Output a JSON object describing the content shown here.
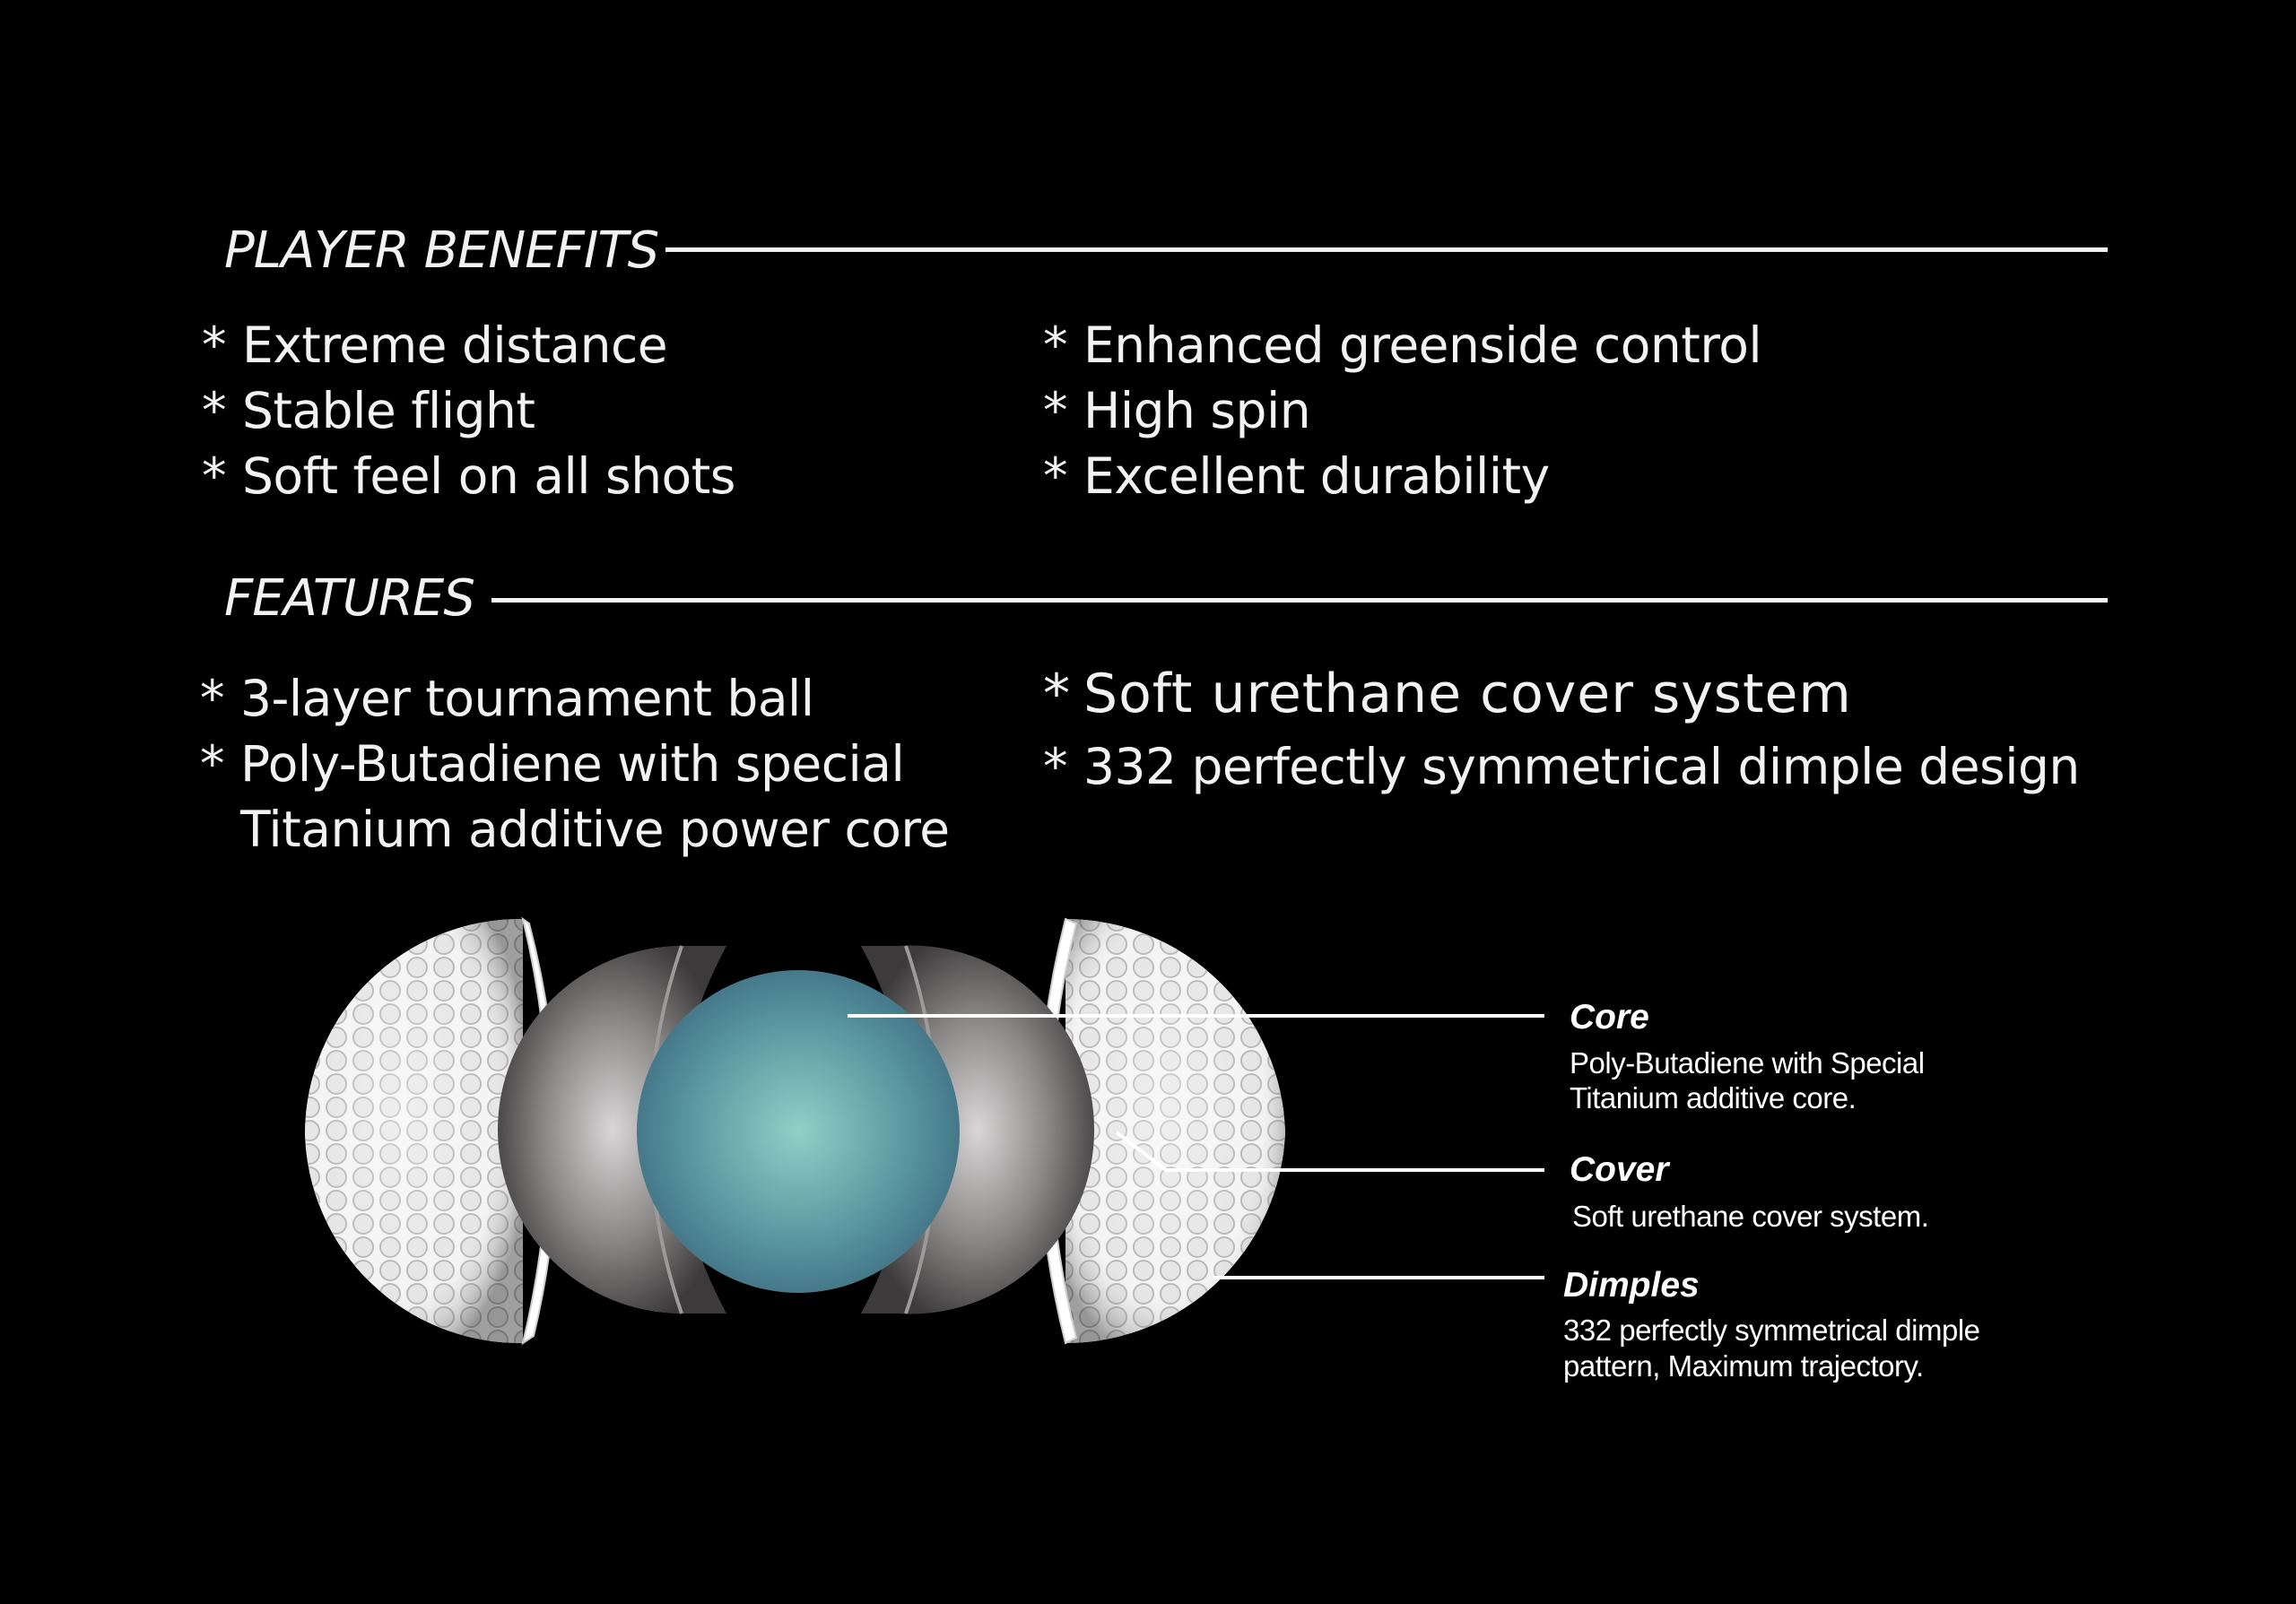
{
  "player_benefits": {
    "heading": "PLAYER BENEFITS",
    "bullet": "*",
    "left": [
      "Extreme distance",
      "Stable flight",
      "Soft feel on all shots"
    ],
    "right": [
      "Enhanced greenside control",
      "High spin",
      "Excellent durability"
    ]
  },
  "features": {
    "heading": "FEATURES",
    "bullet": "*",
    "left_1": "3-layer tournament ball",
    "left_2_line1": "Poly-Butadiene with special",
    "left_2_line2": "Titanium additive power core",
    "right_1": "Soft urethane cover system",
    "right_2": "332 perfectly symmetrical dimple design"
  },
  "callouts": {
    "core": {
      "title": "Core",
      "line1": "Poly-Butadiene with Special",
      "line2": "Titanium additive core."
    },
    "cover": {
      "title": "Cover",
      "line1": "Soft urethane cover system."
    },
    "dimples": {
      "title": "Dimples",
      "line1": "332 perfectly symmetrical dimple",
      "line2": "pattern, Maximum trajectory."
    }
  },
  "colors": {
    "background": "#000000",
    "text": "#f2f2f2",
    "core_center": "#8fd0c6",
    "core_edge": "#3f6f82",
    "cover_layer": "#7a7777",
    "shell": "#ffffff"
  }
}
